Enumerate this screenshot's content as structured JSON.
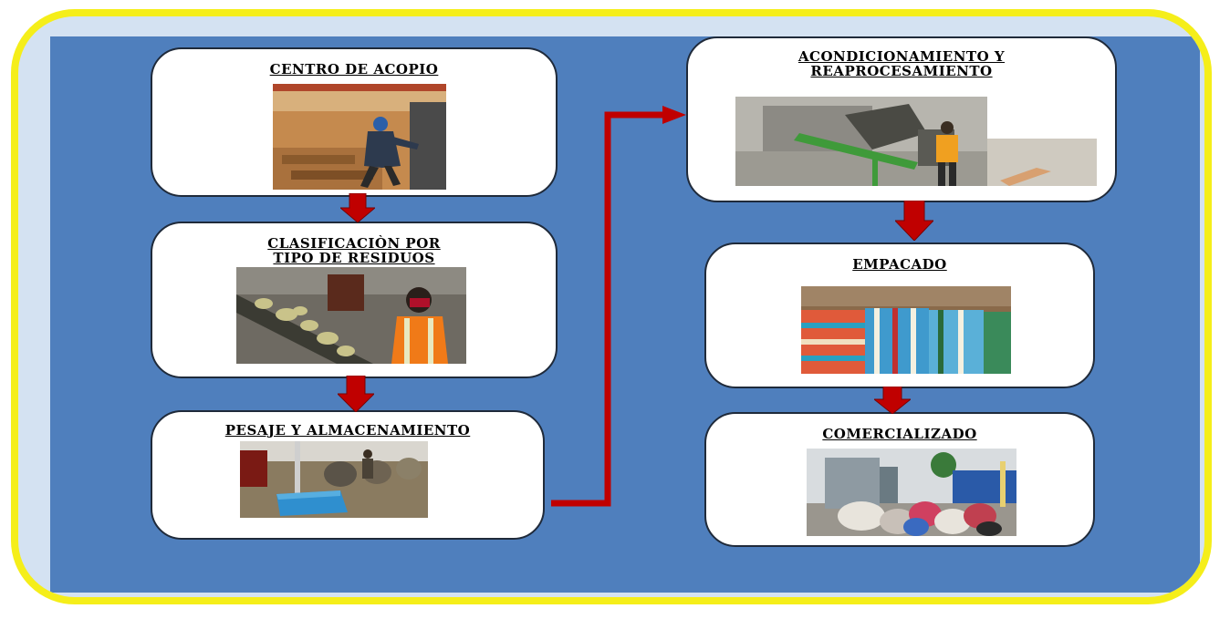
{
  "steps": [
    {
      "id": "centro",
      "title": "CENTRO DE ACOPIO",
      "photo_icon": "warehouse-worker-photo"
    },
    {
      "id": "clasificacion",
      "title": "CLASIFICACIÒN POR\nTIPO DE RESIDUOS",
      "photo_icon": "sorting-conveyor-photo"
    },
    {
      "id": "pesaje",
      "title": "PESAJE Y ALMACENAMIENTO",
      "photo_icon": "scale-storage-photo"
    },
    {
      "id": "acondicionamiento",
      "title": "ACONDICIONAMIENTO Y\nREAPROCESAMIENTO",
      "photo_icon": "processing-machine-photo"
    },
    {
      "id": "empacado",
      "title": "EMPACADO",
      "photo_icon": "packed-bales-photo"
    },
    {
      "id": "comercializado",
      "title": "COMERCIALIZADO",
      "photo_icon": "bags-truck-photo"
    }
  ],
  "colors": {
    "frame": "#f5ee1a",
    "panel": "#4f7fbd",
    "arrow": "#c00000",
    "box": "#ffffff"
  }
}
